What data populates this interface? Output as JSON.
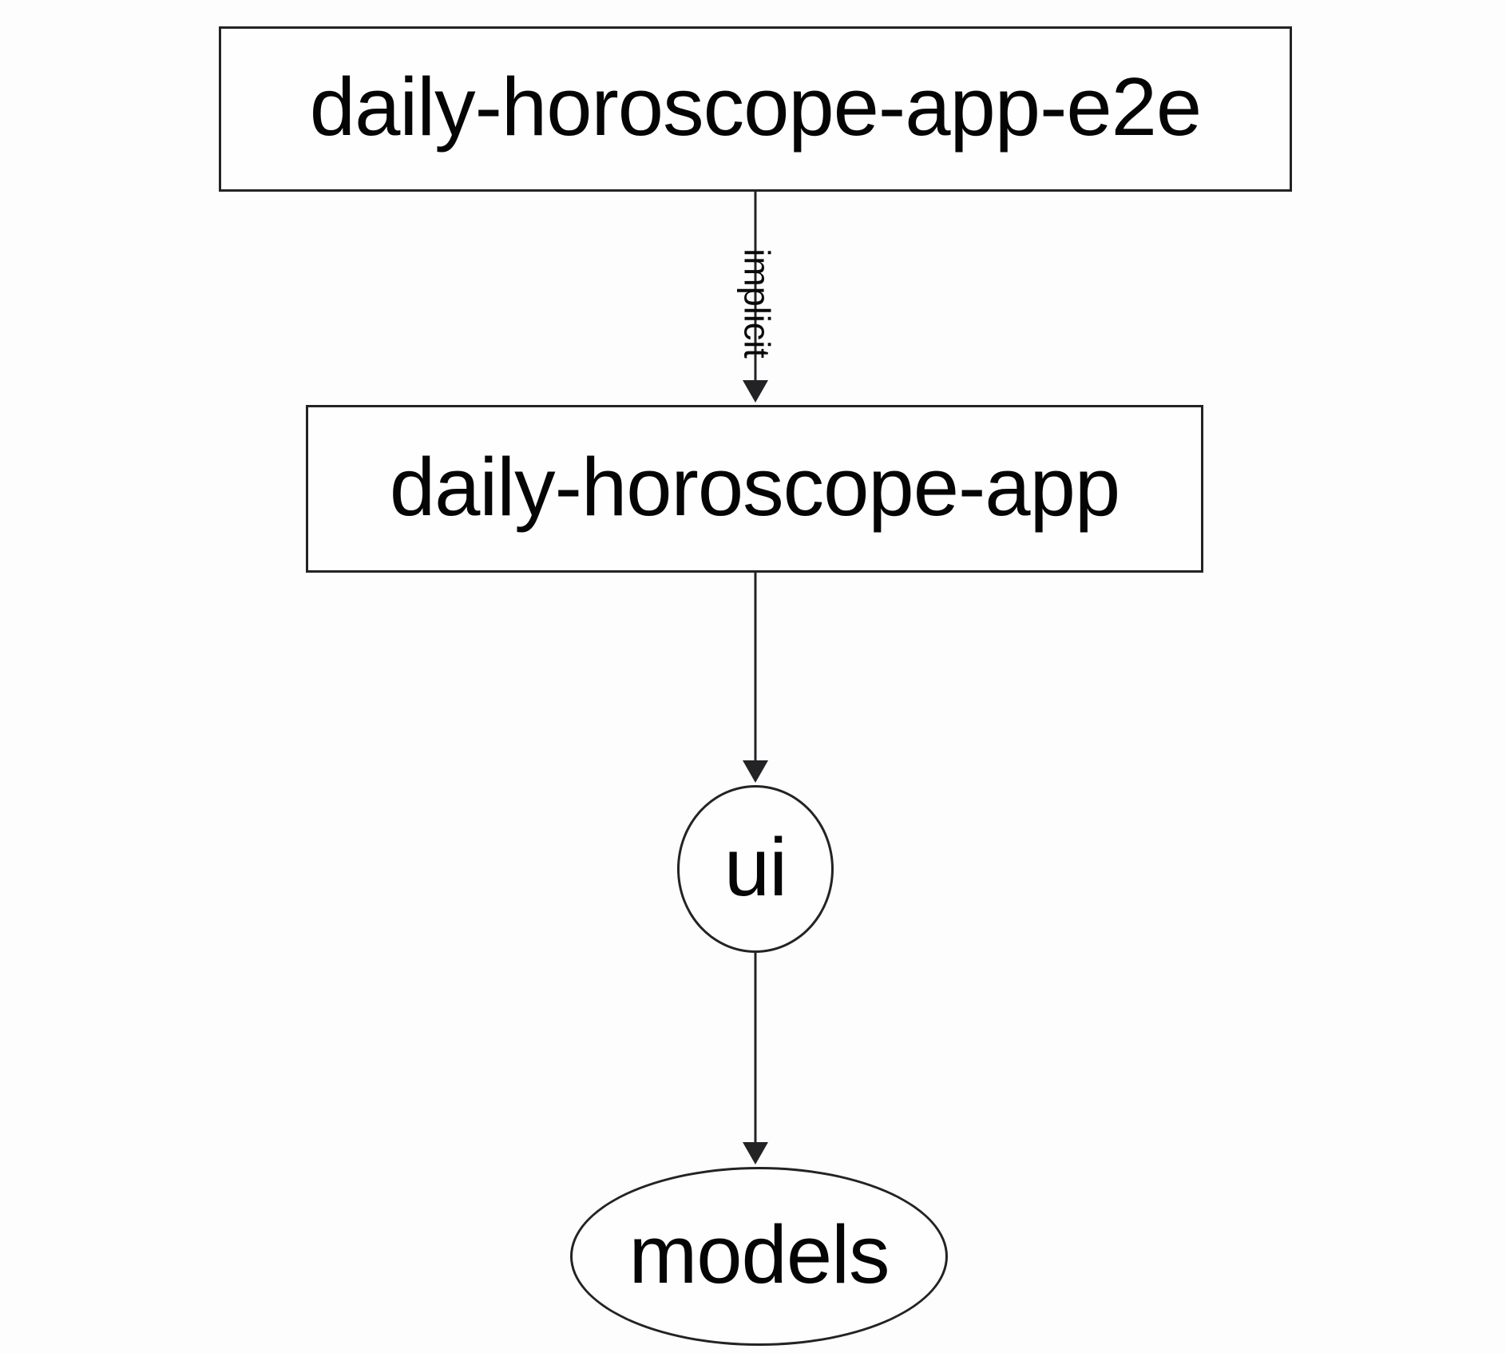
{
  "diagram": {
    "kind": "project-dependency-graph",
    "background_color": "#fdfdfd",
    "stroke_color": "#232326",
    "text_color": "#050505",
    "nodes": [
      {
        "id": "daily-horoscope-app-e2e",
        "label": "daily-horoscope-app-e2e",
        "shape": "rectangle"
      },
      {
        "id": "daily-horoscope-app",
        "label": "daily-horoscope-app",
        "shape": "rectangle"
      },
      {
        "id": "ui",
        "label": "ui",
        "shape": "ellipse"
      },
      {
        "id": "models",
        "label": "models",
        "shape": "ellipse"
      }
    ],
    "edges": [
      {
        "from": "daily-horoscope-app-e2e",
        "to": "daily-horoscope-app",
        "label": "implicit",
        "label_rotation_deg": 90,
        "direction": "down"
      },
      {
        "from": "daily-horoscope-app",
        "to": "ui",
        "label": "",
        "direction": "down"
      },
      {
        "from": "ui",
        "to": "models",
        "label": "",
        "direction": "down"
      }
    ]
  }
}
